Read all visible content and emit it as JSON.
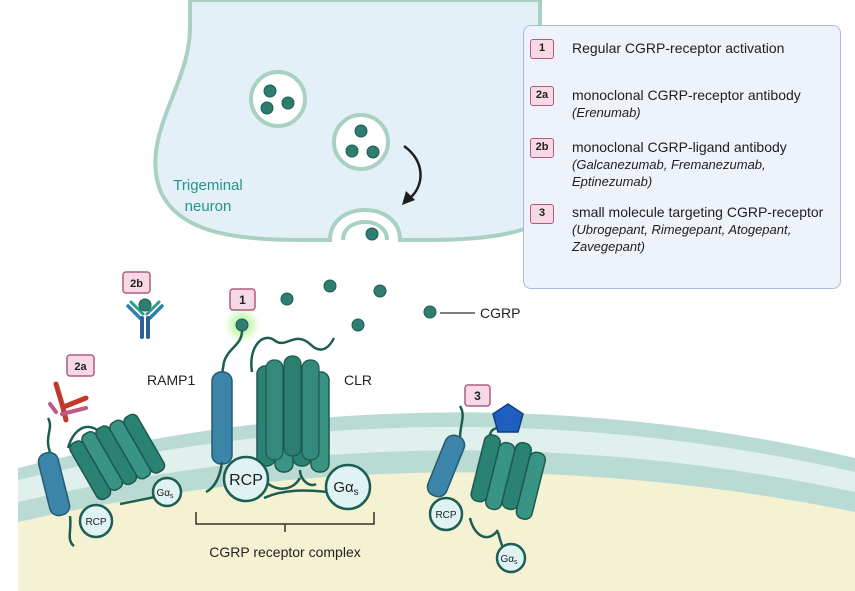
{
  "legend": {
    "items": [
      {
        "badge": "1",
        "title": "Regular CGRP-receptor activation",
        "sub": ""
      },
      {
        "badge": "2a",
        "title": "monoclonal CGRP-receptor antibody",
        "sub": "(Erenumab)"
      },
      {
        "badge": "2b",
        "title": "monoclonal CGRP-ligand antibody",
        "sub": "(Galcanezumab, Fremanezumab, Eptinezumab)"
      },
      {
        "badge": "3",
        "title": "small molecule targeting CGRP-receptor",
        "sub": "(Ubrogepant, Rimegepant, Atogepant, Zavegepant)"
      }
    ]
  },
  "neuron": {
    "label_line1": "Trigeminal",
    "label_line2": "neuron"
  },
  "labels": {
    "cgrp": "CGRP",
    "ramp1": "RAMP1",
    "clr": "CLR",
    "rcp": "RCP",
    "galpha": "Gα",
    "galpha_sub": "s",
    "complex": "CGRP receptor complex"
  },
  "markers": {
    "m1": "1",
    "m2a": "2a",
    "m2b": "2b",
    "m3": "3"
  },
  "colors": {
    "teal": "#2e7d70",
    "teal_light": "#3f9788",
    "ramp_blue": "#3b86a8",
    "neuron_fill": "#e4f0f8",
    "neuron_stroke": "#a9d1c1",
    "cytoplasm": "#f5f1d3",
    "membrane": "#b9dbd3",
    "badge_fill": "#f6d9e4",
    "badge_stroke": "#b05a82"
  }
}
